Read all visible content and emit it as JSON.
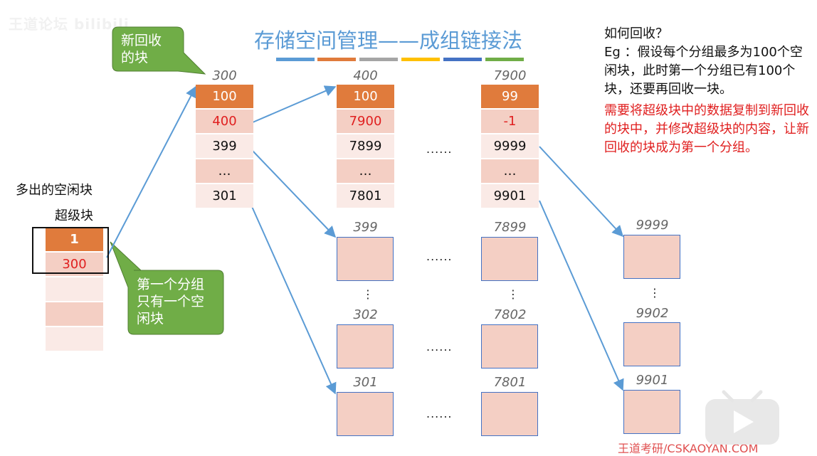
{
  "watermark": "王道论坛 bilibili",
  "title": "存储空间管理——成组链接法",
  "accent_colors": [
    "#5b9bd5",
    "#e07b3c",
    "#a5a5a5",
    "#ffc000",
    "#4472c4",
    "#70ad47"
  ],
  "callouts": {
    "new_block": "新回收\n的块",
    "first_group": "第一个分组\n只有一个空\n闲块"
  },
  "left": {
    "extra_free_label": "多出的空闲块",
    "super_block_label": "超级块",
    "super_cells": [
      "1",
      "300"
    ]
  },
  "blocks": {
    "b300": {
      "label": "300",
      "cells": [
        "100",
        "400",
        "399",
        "…",
        "301"
      ]
    },
    "b400": {
      "label": "400",
      "cells": [
        "100",
        "7900",
        "7899",
        "…",
        "7801"
      ]
    },
    "b7900": {
      "label": "7900",
      "cells": [
        "99",
        "-1",
        "9999",
        "…",
        "9901"
      ]
    }
  },
  "data_blocks": {
    "b399": "399",
    "b7899": "7899",
    "b9999": "9999",
    "b302": "302",
    "b7802": "7802",
    "b9902": "9902",
    "b301": "301",
    "b7801": "7801",
    "b9901": "9901"
  },
  "ellipsis": "......",
  "vellipsis": "⋮",
  "right_panel": {
    "question": "如何回收？",
    "example": "Eg ：假设每个分组最多为100个空闲块，此时第一个分组已有100个块，还要再回收一块。",
    "answer": "需要将超级块中的数据复制到新回收的块中，并修改超级块的内容，让新回收的块成为第一个分组。"
  },
  "footer": "王道考研/CSKAOYAN.COM"
}
